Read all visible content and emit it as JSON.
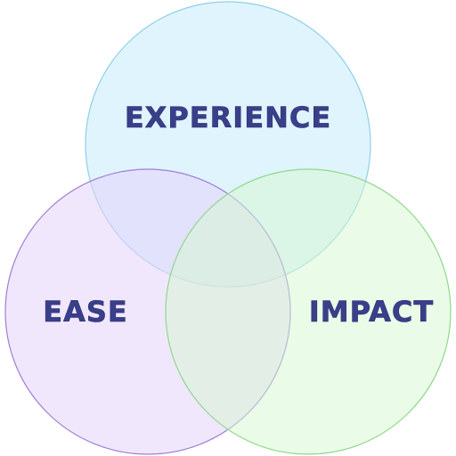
{
  "diagram": {
    "type": "venn",
    "circles": [
      {
        "id": "experience",
        "label": "EXPERIENCE",
        "fill": "#cdeefc",
        "stroke": "#8fcfe8"
      },
      {
        "id": "ease",
        "label": "EASE",
        "fill": "#e6d4fb",
        "stroke": "#9d7fd6"
      },
      {
        "id": "impact",
        "label": "IMPACT",
        "fill": "#d6f7d0",
        "stroke": "#8fd88a"
      }
    ],
    "label_color": "#3a3f8a"
  }
}
